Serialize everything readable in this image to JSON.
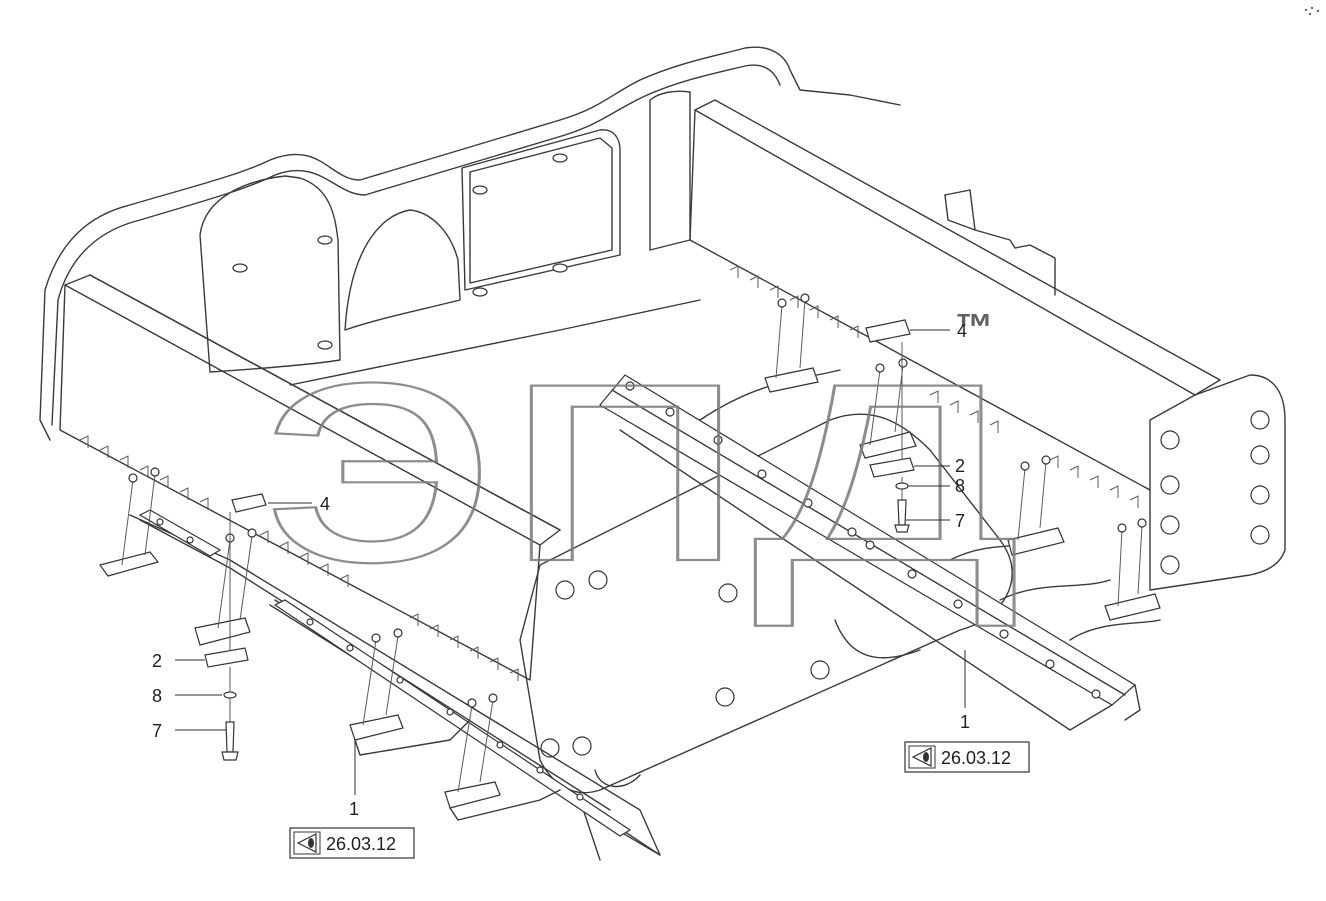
{
  "callouts": {
    "left": {
      "part_4": "4",
      "part_2": "2",
      "part_8": "8",
      "part_7": "7",
      "part_1": "1"
    },
    "right": {
      "part_4": "4",
      "part_2": "2",
      "part_8": "8",
      "part_7": "7",
      "part_1": "1"
    }
  },
  "references": {
    "left": "26.03.12",
    "right": "26.03.12"
  },
  "watermark": {
    "text": "эпд",
    "trademark": "™"
  },
  "icons": {
    "reference_link": "view-eye-icon",
    "corner_mark": "scan-dots-icon"
  }
}
